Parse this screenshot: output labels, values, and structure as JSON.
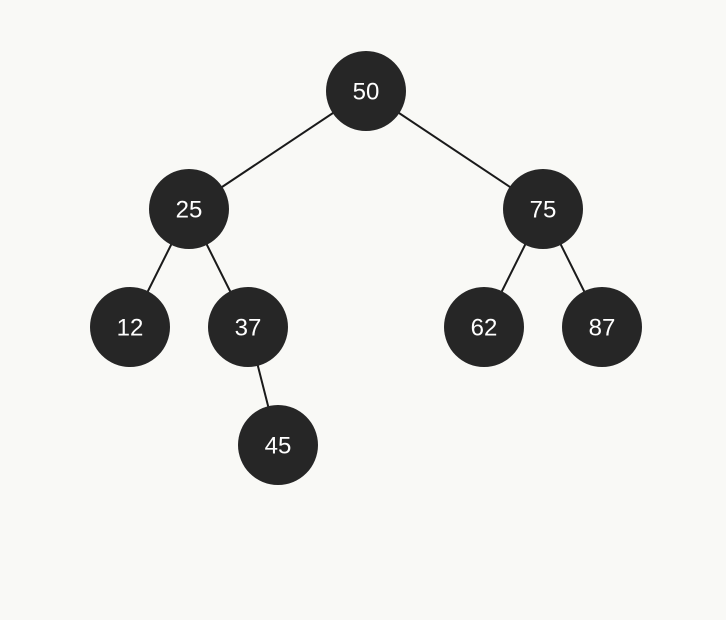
{
  "diagram": {
    "node_color": "#262626",
    "edge_color": "#1a1a1a",
    "background": "#f9f9f6",
    "label_color": "#ffffff",
    "nodes": [
      {
        "id": "n50",
        "label": "50"
      },
      {
        "id": "n25",
        "label": "25"
      },
      {
        "id": "n75",
        "label": "75"
      },
      {
        "id": "n12",
        "label": "12"
      },
      {
        "id": "n37",
        "label": "37"
      },
      {
        "id": "n62",
        "label": "62"
      },
      {
        "id": "n87",
        "label": "87"
      },
      {
        "id": "n45",
        "label": "45"
      }
    ],
    "edges": [
      {
        "from": "n50",
        "to": "n25"
      },
      {
        "from": "n50",
        "to": "n75"
      },
      {
        "from": "n25",
        "to": "n12"
      },
      {
        "from": "n25",
        "to": "n37"
      },
      {
        "from": "n37",
        "to": "n45"
      },
      {
        "from": "n75",
        "to": "n62"
      },
      {
        "from": "n75",
        "to": "n87"
      }
    ]
  }
}
